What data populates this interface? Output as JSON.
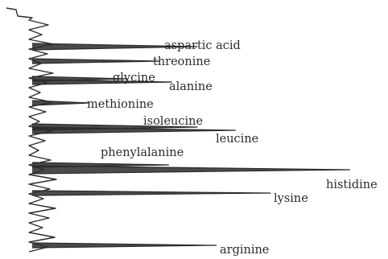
{
  "chart_data": {
    "type": "line",
    "title": "",
    "xlabel": "",
    "ylabel": "",
    "grid": false,
    "legend": "none",
    "trace_color": "#2b2b2b",
    "peaks": [
      {
        "label": "aspartic acid",
        "relative_height": 0.52
      },
      {
        "label": "threonine",
        "relative_height": 0.4
      },
      {
        "label": "glycine",
        "relative_height": 0.3
      },
      {
        "label": "alanine",
        "relative_height": 0.44
      },
      {
        "label": "methionine",
        "relative_height": 0.18
      },
      {
        "label": "isoleucine",
        "relative_height": 0.52
      },
      {
        "label": "leucine",
        "relative_height": 0.64
      },
      {
        "label": "phenylalanine",
        "relative_height": 0.43
      },
      {
        "label": "histidine",
        "relative_height": 1.0
      },
      {
        "label": "lysine",
        "relative_height": 0.75
      },
      {
        "label": "arginine",
        "relative_height": 0.58
      }
    ]
  }
}
